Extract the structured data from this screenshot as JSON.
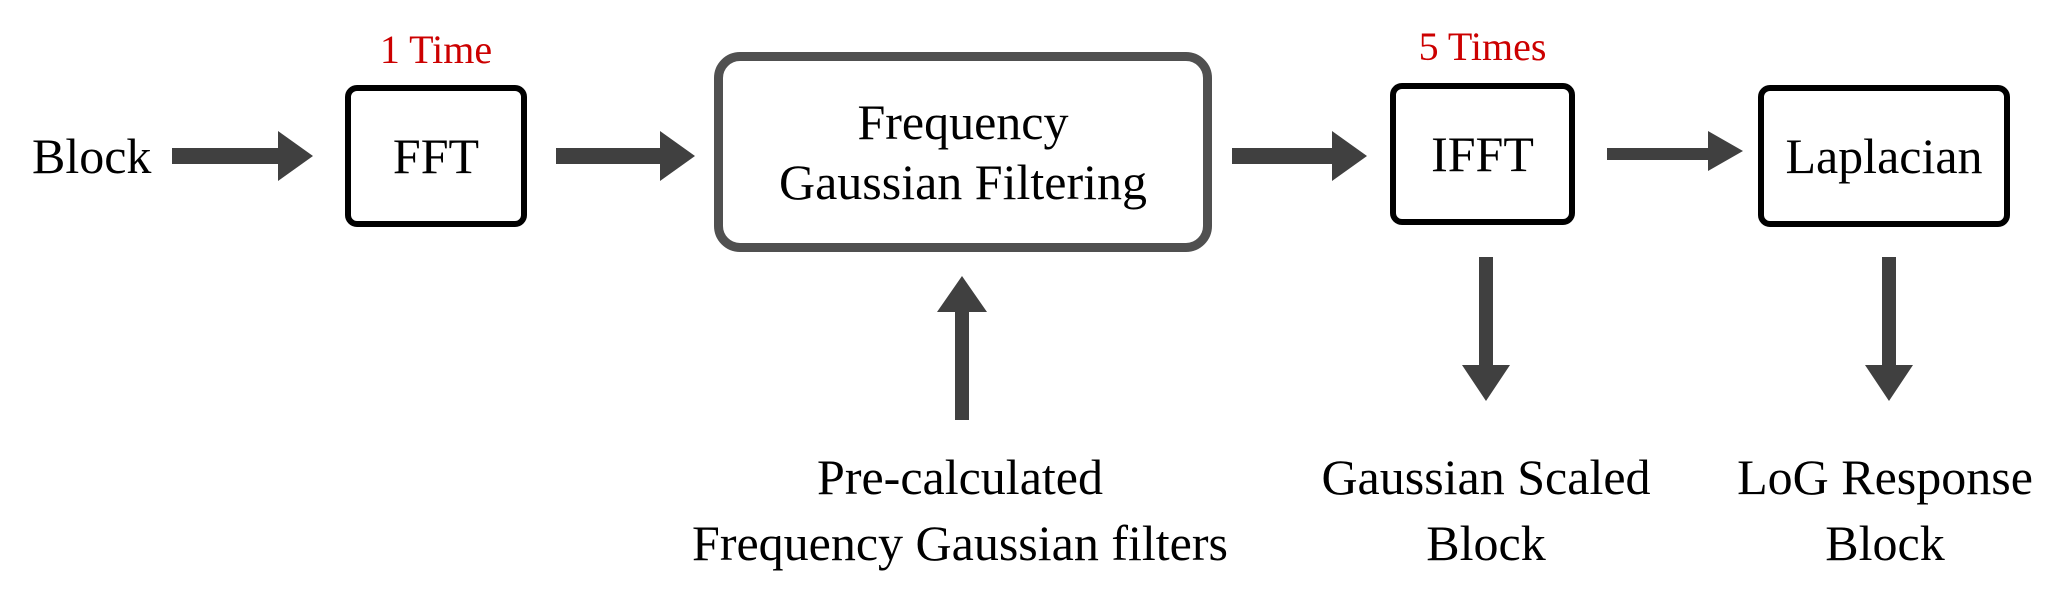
{
  "input_label": "Block",
  "boxes": {
    "fft": "FFT",
    "filtering": {
      "line1": "Frequency",
      "line2": "Gaussian Filtering"
    },
    "ifft": "IFFT",
    "laplacian": "Laplacian"
  },
  "annotations": {
    "fft_count": "1 Time",
    "ifft_count": "5 Times"
  },
  "inputs": {
    "filters": {
      "line1": "Pre-calculated",
      "line2": "Frequency Gaussian filters"
    }
  },
  "outputs": {
    "scaled": {
      "line1": "Gaussian Scaled",
      "line2": "Block"
    },
    "log": {
      "line1": "LoG Response",
      "line2": "Block"
    }
  },
  "colors": {
    "annotation": "#cc0000",
    "arrow": "#404040",
    "box_border_large": "#505050",
    "box_border_small": "#000000"
  }
}
